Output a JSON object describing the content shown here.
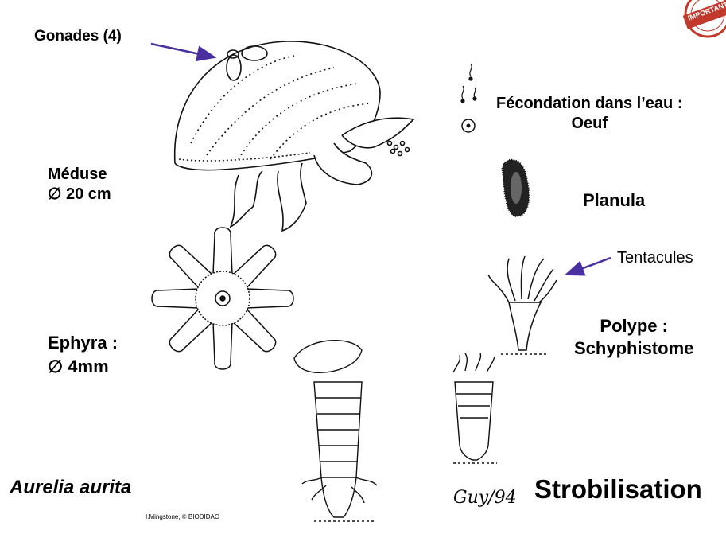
{
  "labels": {
    "gonades": "Gonades  (4)",
    "meduse_line1": "Méduse",
    "meduse_line2": "∅  20 cm",
    "fecondation_line1": "Fécondation dans l’eau :",
    "fecondation_line2": "Oeuf",
    "planula": "Planula",
    "tentacules": "Tentacules",
    "polype_line1": "Polype :",
    "polype_line2": "Schyphistome",
    "ephyra_line1": "Ephyra :",
    "ephyra_line2": "∅ 4mm",
    "species": "Aurelia aurita",
    "strobilisation": "Strobilisation",
    "signature": "Guy/94",
    "credit": "I.Mingstone, © BIODIDAC",
    "stamp": "IMPORTANT"
  },
  "colors": {
    "arrow": "#4a2fa0",
    "stamp": "#c0392b",
    "ink": "#111111"
  },
  "icons": [
    "jellyfish-medusa-drawing",
    "ephyra-drawing",
    "strobila-drawing",
    "polyp-drawing",
    "planula-drawing",
    "egg-drawing",
    "sperm-drawing",
    "stamp-badge"
  ]
}
